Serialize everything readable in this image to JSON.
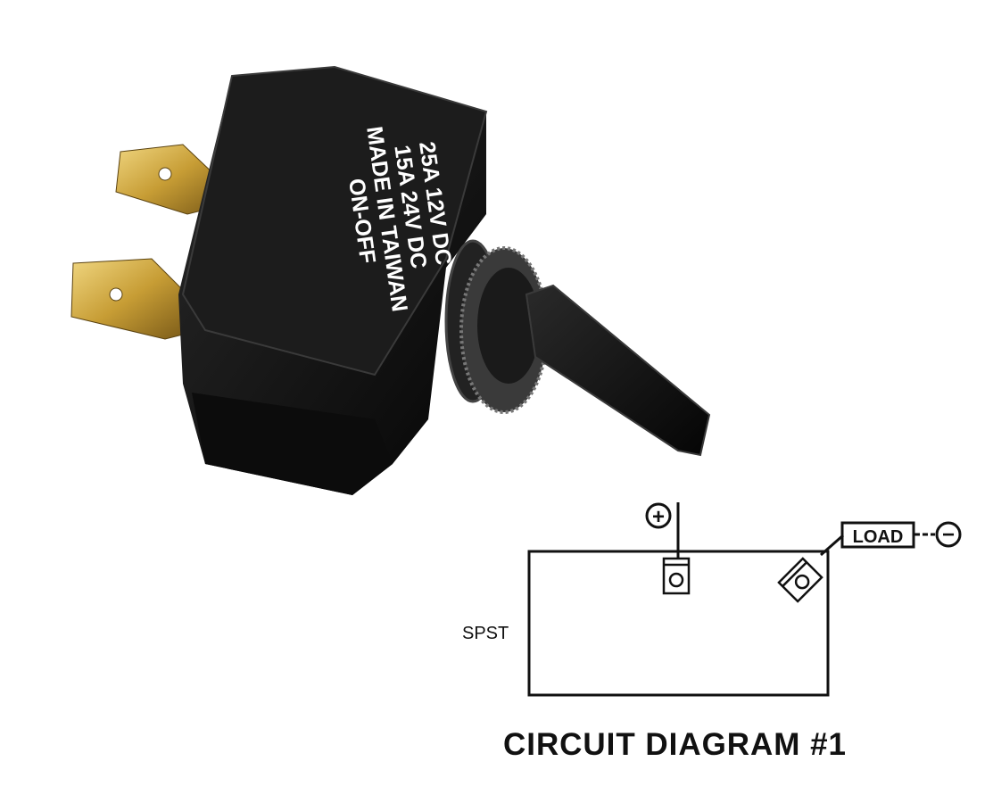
{
  "product_photo": {
    "body_text": [
      "25A 12V DC",
      "15A 24V DC",
      "MADE IN TAIWAN",
      "ON-OFF"
    ],
    "colors": {
      "body": "#141414",
      "terminal": "#c9a53a",
      "label_text": "#ffffff"
    }
  },
  "circuit_diagram": {
    "title": "CIRCUIT DIAGRAM #1",
    "switch_type": "SPST",
    "positive_symbol": "+",
    "negative_symbol": "−",
    "load_label": "LOAD"
  }
}
